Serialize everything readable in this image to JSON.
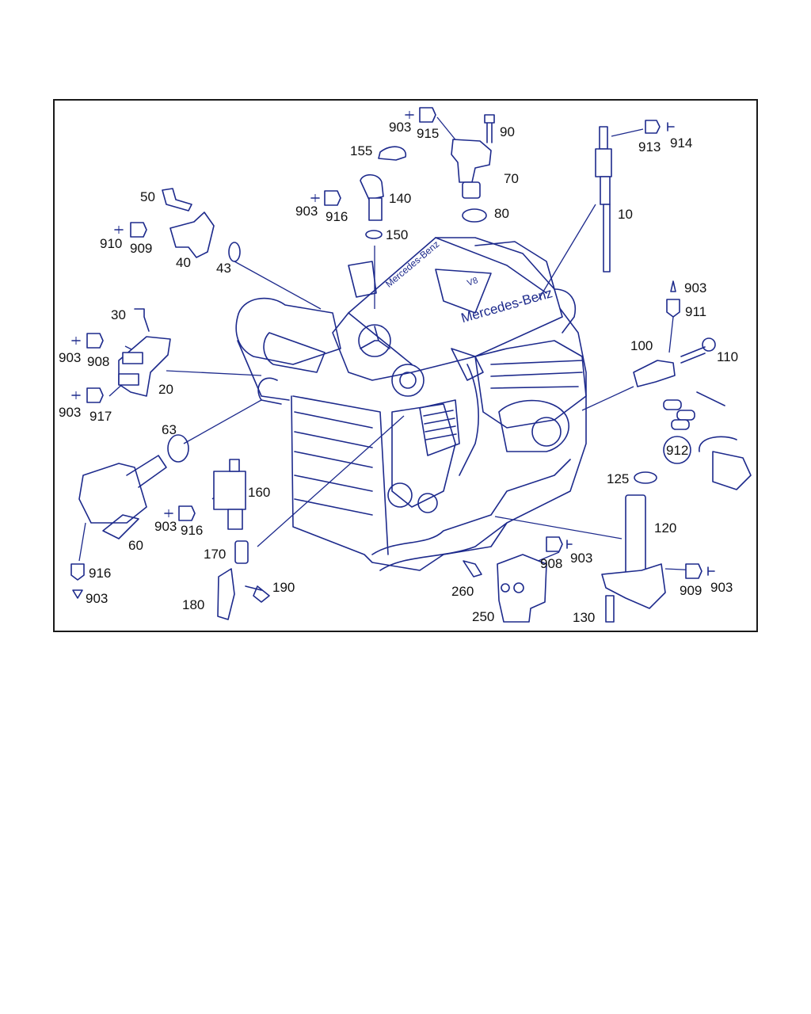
{
  "diagram": {
    "brand_text": "Mercedes-Benz",
    "cover_text": "V8",
    "connector_symbol_color": "#1d2a8c",
    "parts": [
      {
        "id": "p10",
        "number": "10"
      },
      {
        "id": "p20",
        "number": "20"
      },
      {
        "id": "p30",
        "number": "30"
      },
      {
        "id": "p40",
        "number": "40"
      },
      {
        "id": "p43",
        "number": "43"
      },
      {
        "id": "p50",
        "number": "50"
      },
      {
        "id": "p60",
        "number": "60"
      },
      {
        "id": "p63",
        "number": "63"
      },
      {
        "id": "p70",
        "number": "70"
      },
      {
        "id": "p80",
        "number": "80"
      },
      {
        "id": "p90",
        "number": "90"
      },
      {
        "id": "p100",
        "number": "100"
      },
      {
        "id": "p110",
        "number": "110"
      },
      {
        "id": "p120",
        "number": "120"
      },
      {
        "id": "p125",
        "number": "125"
      },
      {
        "id": "p130",
        "number": "130"
      },
      {
        "id": "p140",
        "number": "140"
      },
      {
        "id": "p150",
        "number": "150"
      },
      {
        "id": "p155",
        "number": "155"
      },
      {
        "id": "p160",
        "number": "160"
      },
      {
        "id": "p170",
        "number": "170"
      },
      {
        "id": "p180",
        "number": "180"
      },
      {
        "id": "p190",
        "number": "190"
      },
      {
        "id": "p250",
        "number": "250"
      },
      {
        "id": "p260",
        "number": "260"
      }
    ],
    "connectors": [
      {
        "id": "c903a",
        "number": "903"
      },
      {
        "id": "c915",
        "number": "915"
      },
      {
        "id": "c903b",
        "number": "903"
      },
      {
        "id": "c916a",
        "number": "916"
      },
      {
        "id": "c913",
        "number": "913"
      },
      {
        "id": "c914",
        "number": "914"
      },
      {
        "id": "c910",
        "number": "910"
      },
      {
        "id": "c909a",
        "number": "909"
      },
      {
        "id": "c903c",
        "number": "903"
      },
      {
        "id": "c911",
        "number": "911"
      },
      {
        "id": "c903d",
        "number": "903"
      },
      {
        "id": "c908a",
        "number": "908"
      },
      {
        "id": "c903e",
        "number": "903"
      },
      {
        "id": "c917",
        "number": "917"
      },
      {
        "id": "c912",
        "number": "912"
      },
      {
        "id": "c903f",
        "number": "903"
      },
      {
        "id": "c916b",
        "number": "916"
      },
      {
        "id": "c916c",
        "number": "916"
      },
      {
        "id": "c903g",
        "number": "903"
      },
      {
        "id": "c908b",
        "number": "908"
      },
      {
        "id": "c903h",
        "number": "903"
      },
      {
        "id": "c909b",
        "number": "909"
      },
      {
        "id": "c903i",
        "number": "903"
      }
    ]
  }
}
